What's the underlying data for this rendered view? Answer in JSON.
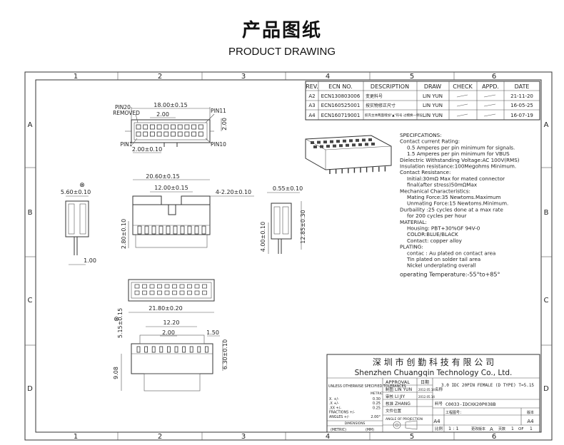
{
  "header": {
    "title_zh": "产品图纸",
    "title_en": "PRODUCT DRAWING"
  },
  "grid": {
    "columns": [
      "1",
      "2",
      "3",
      "4",
      "5",
      "6"
    ],
    "rows": [
      "A",
      "B",
      "C",
      "D"
    ]
  },
  "revisions": {
    "headers": [
      "REV.",
      "ECN NO.",
      "DESCRIPTION",
      "DRAW",
      "CHECK",
      "APPD.",
      "DATE"
    ],
    "rows": [
      [
        "A2",
        "ECN130803006",
        "变更料号",
        "LIN YUN",
        "",
        "",
        "21-11-20"
      ],
      [
        "A3",
        "ECN160525001",
        "按实物修正尺寸",
        "LIN YUN",
        "",
        "",
        "16-05-25"
      ],
      [
        "A4",
        "ECN160719001",
        "胶壳主体两面增加\"▲\"符号 过模换一侧设",
        "LIN YUN",
        "",
        "",
        "16-07-19"
      ]
    ]
  },
  "top_view": {
    "pin20": "PIN20",
    "removed": "REMOVED",
    "pin11": "PIN11",
    "pin1": "PIN1",
    "pin10": "PIN10",
    "dim_total": "18.00±0.15",
    "dim_pitch": "2.00",
    "dim_pitch2": "2.00±0.10",
    "dim_side": "2.00"
  },
  "front_view": {
    "dim_width": "20.60±0.15",
    "dim_inner": "12.00±0.15",
    "dim_slots": "4-2.20±0.10",
    "dim_height": "2.80±0.10",
    "dim_left": "5.60±0.10",
    "dim_left_tail": "1.00",
    "mark_x1": "⊗"
  },
  "side_view": {
    "dim_top": "0.55±0.10",
    "dim_height": "12.85±0.30",
    "dim_tail": "4.00±0.10"
  },
  "bottom_view": {
    "dim_width": "21.80±0.20",
    "dim_h": "5.15±0.15",
    "mark_x2": "⊗"
  },
  "lower_view": {
    "dim_a": "12.20",
    "dim_b": "2.00",
    "dim_c": "1.50",
    "dim_d": "6.30±0.10",
    "dim_e": "9.08"
  },
  "specs": {
    "lines": [
      "SPECIFCATIONS:",
      "Contact current Rating:",
      "  0.5 Amperes per pin minimum for signals.",
      "  1.5 Amperes per pin minimum for VBUS",
      "Dielectric Withstanding Voltage:AC 100V(RMS)",
      "Insulation resistance:100Megohms Minimum.",
      "Contact Resistance:",
      "  Initial:30mΩ Max for mated connector",
      "  final(after stress)50mΩMax",
      "Mechanical Characteristics:",
      "  Mating Force:35 Newtoms.Maximum",
      "  Unmating Force:15 Newtoms.Minimum.",
      "Durbaility :25 cycles done at a max rate",
      "  for 200 cycles  per hour",
      "MATERIAL:",
      "  Housing: PBT+30%GF 94V-0",
      "  COLOR:BLUE/BLACK",
      "  Contact: copper alloy",
      "PLATING:",
      "  contac : Au plated on contact area",
      "  Tin plated on solder tail area",
      "  Nickel underplating overall",
      "operating Temperature:-55°to+85°"
    ]
  },
  "title_block": {
    "company_zh": "深 圳 市 创 勤 科 技 有 限 公 司",
    "company_en": "Shenzhen Chuangqin Technology Co., Ltd.",
    "approval": "APPROVAL",
    "date_label": "日期",
    "tolerances_label": "UNLESS OTHERWISE SPECIFIED TOLERANCES",
    "metric": "METRIC",
    "tol_rows": [
      {
        "label": "X.  +/-",
        "value": "0.30"
      },
      {
        "label": ".X  +/-",
        "value": "0.25"
      },
      {
        "label": ".XX +/-",
        "value": "0.25"
      },
      {
        "label": "FRACTIONS +/-",
        "value": ""
      },
      {
        "label": "ANGLES +/-",
        "value": "2.00°"
      }
    ],
    "dimensions": "DIMENSIONS",
    "metric_bottom": "(METRIC)",
    "mm": "(MM)",
    "roles": [
      {
        "role": "制图",
        "name": "LIN YUN",
        "date": "2012.05.14"
      },
      {
        "role": "审核",
        "name": "LI JIY",
        "date": "2012.05.14"
      },
      {
        "role": "核准",
        "name": "ZHANG",
        "date": ""
      },
      {
        "role": "文件位置",
        "name": "",
        "date": ""
      }
    ],
    "name_label": "名称",
    "product_name": "3.0 IDC 20PIN FEMALE (D TYPE) T=5.15",
    "part_label": "料号",
    "part_no": "C0033-IDCHX20P038B",
    "projection": "ANGLE OF PROJECTION",
    "scale_label": "比例",
    "scale": "1 : 1",
    "size": "A4",
    "drawing_no_label": "工程图号：",
    "version_label": "版本",
    "version": "A4",
    "rev_label": "更改版本",
    "rev": "A",
    "page_label": "页数",
    "page": "1",
    "of": "OF",
    "pages": "1"
  }
}
